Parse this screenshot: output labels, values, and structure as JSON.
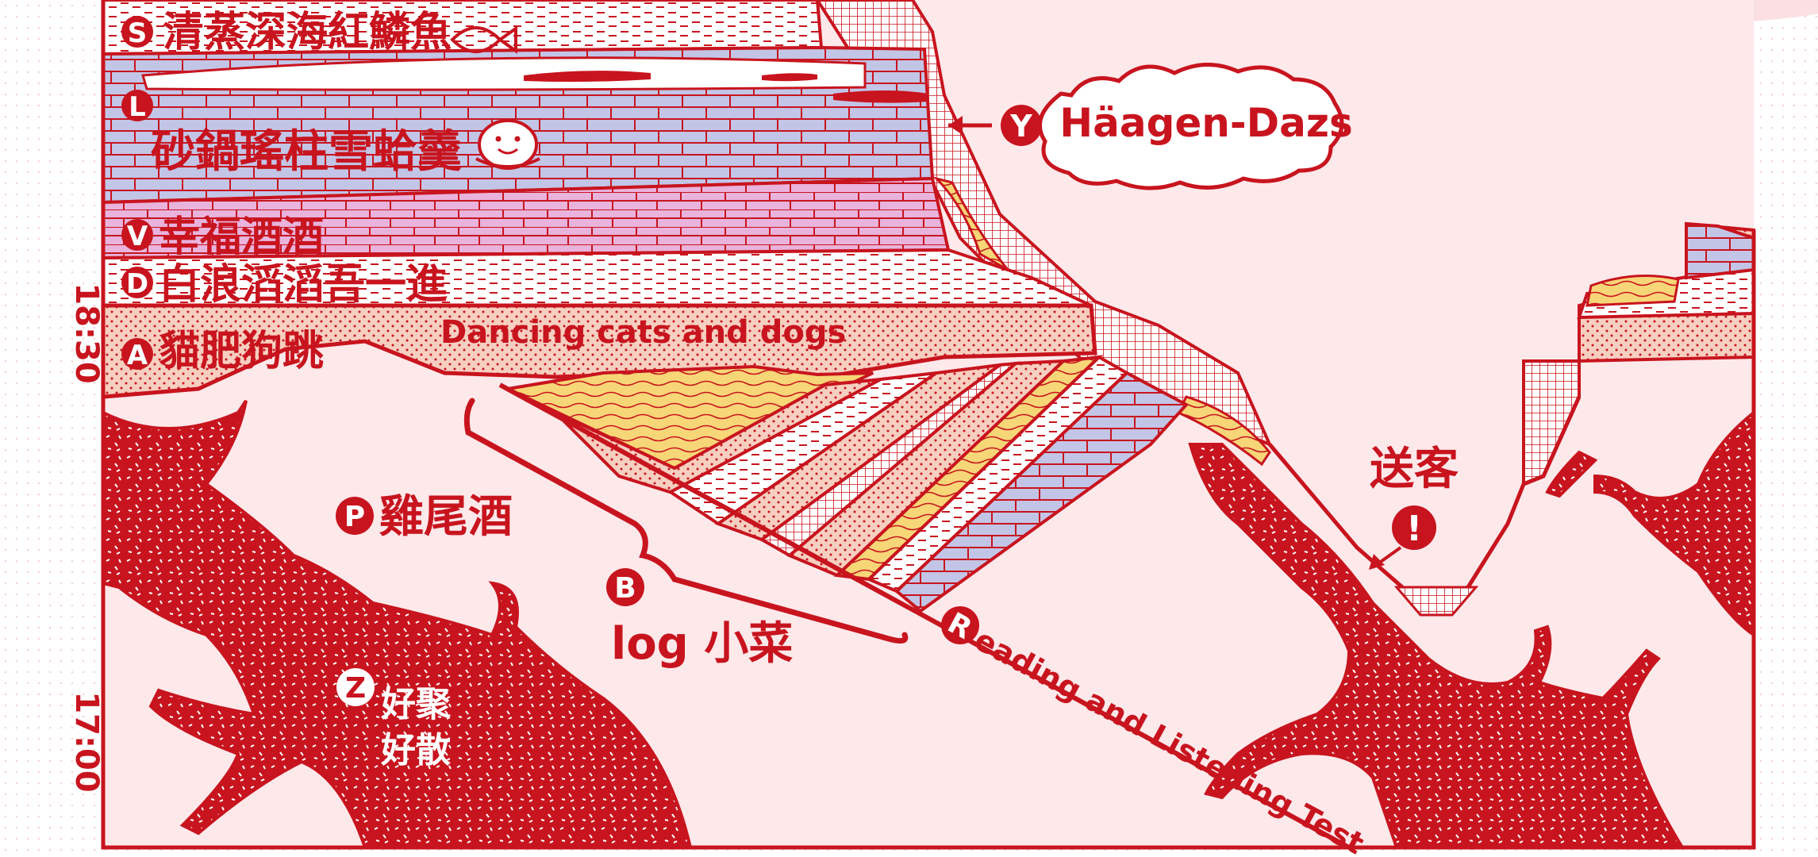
{
  "colors": {
    "red": "#c8141e",
    "pink": "#fde8ea",
    "lavender": "#c3c5e6",
    "magenta": "#e9b3dc",
    "peach": "#f7cfc0",
    "yellow": "#f7d677",
    "white": "#ffffff"
  },
  "times": {
    "upper": "18:30",
    "lower": "17:00"
  },
  "layers": [
    {
      "letter": "S",
      "text": "清蒸深海紅鱗魚"
    },
    {
      "letter": "L",
      "text": "砂鍋瑤柱雪蛤羹"
    },
    {
      "letter": "V",
      "text": "幸福酒酒"
    },
    {
      "letter": "D",
      "text": "白浪滔滔吾一進"
    },
    {
      "letter": "A",
      "text": "貓肥狗跳",
      "extra": "Dancing cats and dogs"
    }
  ],
  "side": {
    "y_letter": "Y",
    "cloud_text": "Häagen-Dazs",
    "farewell": "送客",
    "exclaim": "!"
  },
  "lower": {
    "p_letter": "P",
    "p_text": "雞尾酒",
    "b_letter": "B",
    "b_text": "log 小菜",
    "r_letter": "R",
    "r_text": "eading and Listening Test",
    "z_letter": "Z",
    "z_text_1": "好聚",
    "z_text_2": "好散"
  }
}
